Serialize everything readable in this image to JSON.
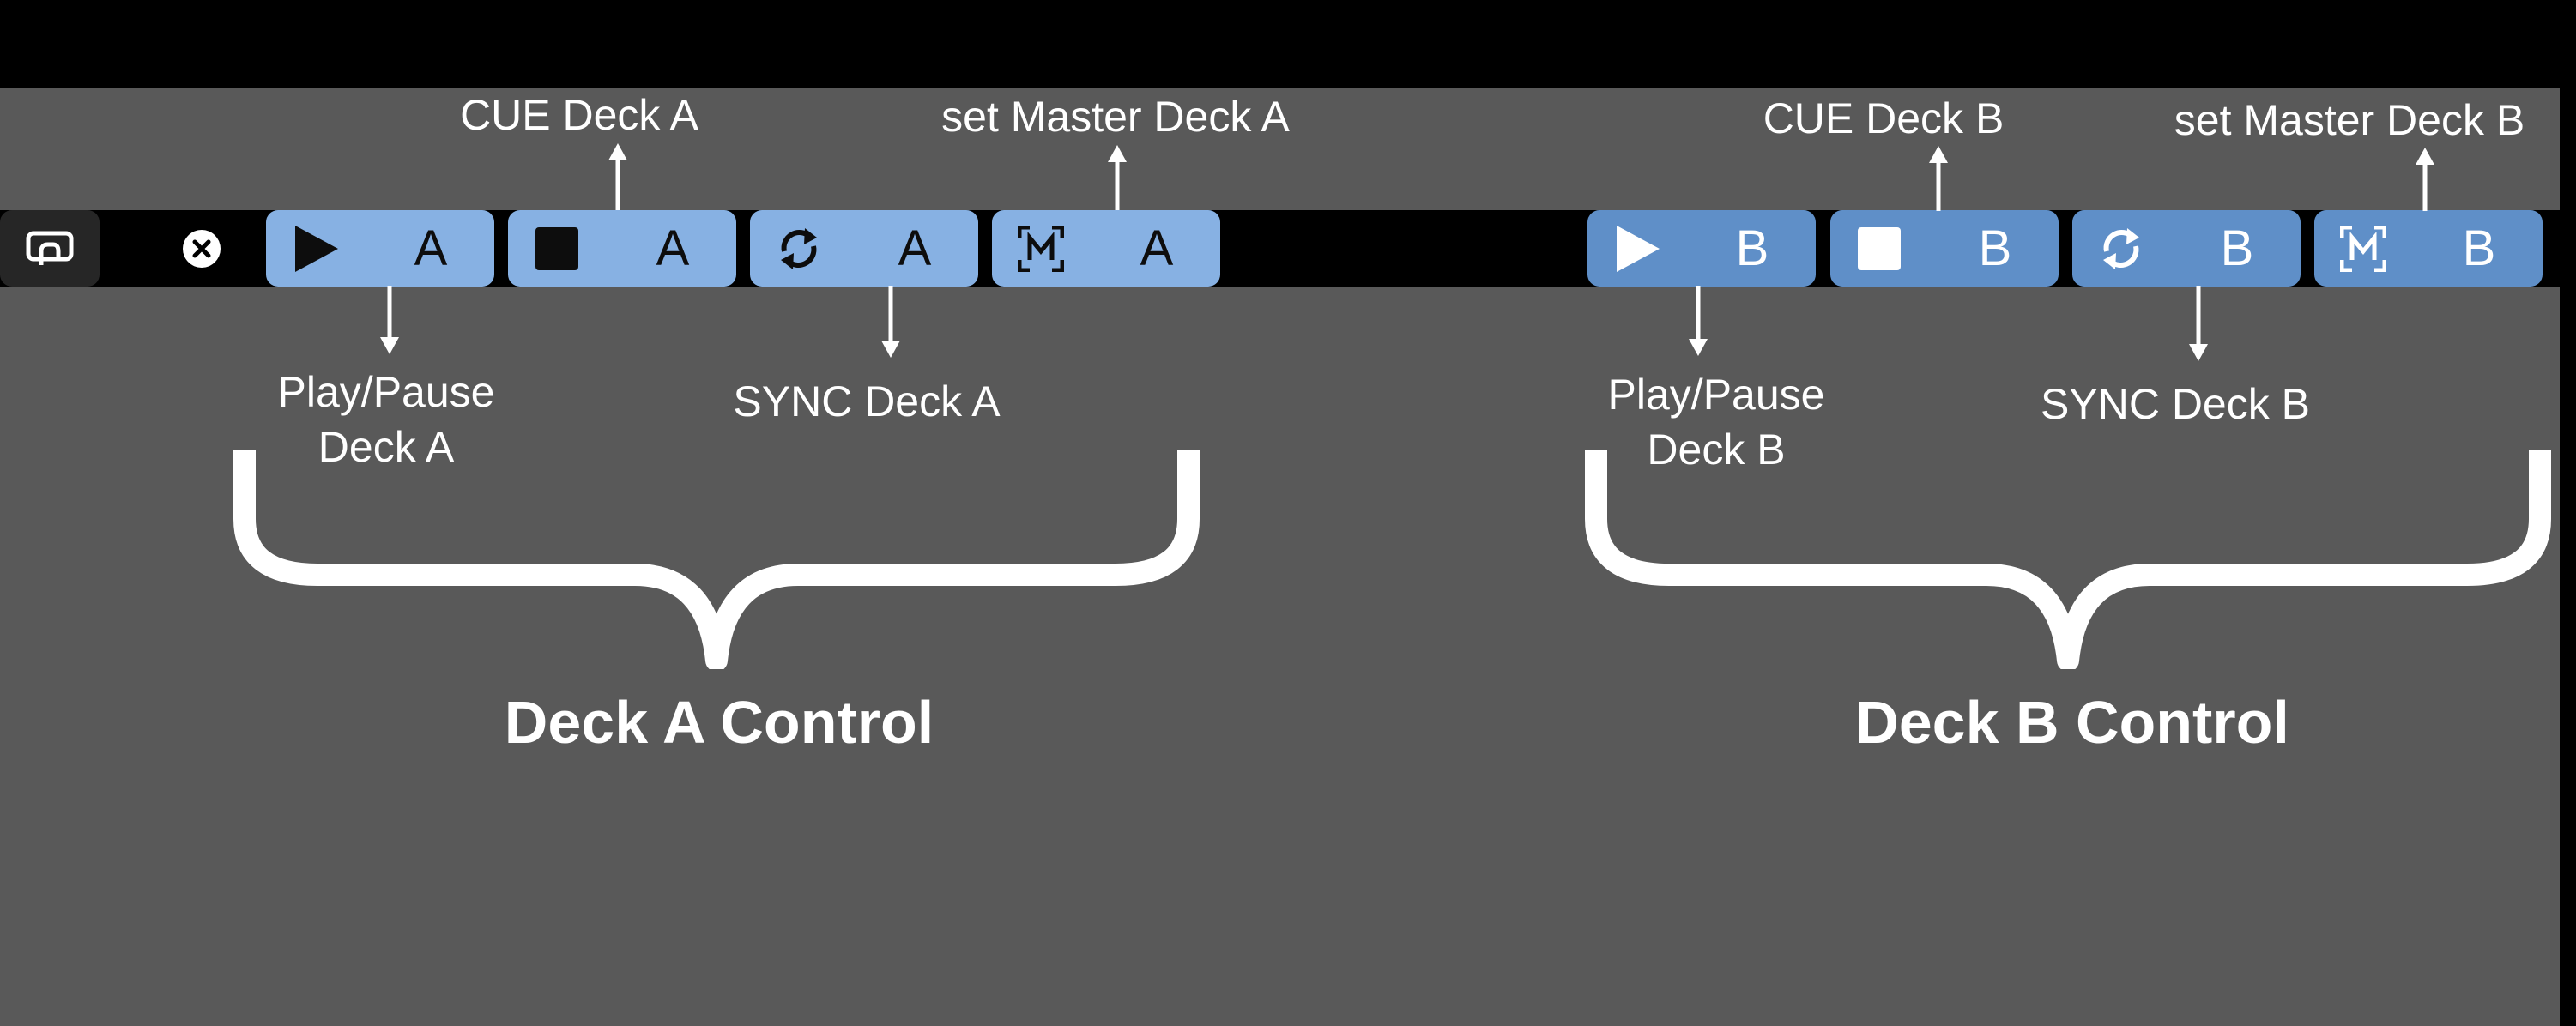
{
  "touchbar": {
    "system_buttons": [
      {
        "name": "control-strip-icon"
      },
      {
        "name": "close-icon"
      }
    ],
    "deck_a": [
      {
        "icon": "play-icon",
        "label": "A"
      },
      {
        "icon": "stop-icon",
        "label": "A"
      },
      {
        "icon": "sync-icon",
        "label": "A"
      },
      {
        "icon": "master-icon",
        "label": "A"
      }
    ],
    "deck_b": [
      {
        "icon": "play-icon",
        "label": "B"
      },
      {
        "icon": "stop-icon",
        "label": "B"
      },
      {
        "icon": "sync-icon",
        "label": "B"
      },
      {
        "icon": "master-icon",
        "label": "B"
      }
    ]
  },
  "annotations": {
    "cue_a": "CUE Deck A",
    "master_a": "set Master Deck A",
    "play_a_line1": "Play/Pause",
    "play_a_line2": "Deck A",
    "sync_a": "SYNC Deck A",
    "cue_b": "CUE Deck B",
    "master_b": "set Master Deck B",
    "play_b_line1": "Play/Pause",
    "play_b_line2": "Deck B",
    "sync_b": "SYNC Deck B"
  },
  "groups": {
    "deck_a_title": "Deck A Control",
    "deck_b_title": "Deck B Control"
  },
  "colors": {
    "background": "#595959",
    "touchbar": "#000000",
    "deck_a_button": "#87b1e3",
    "deck_b_button": "#5f8fc8",
    "text": "#ffffff"
  }
}
